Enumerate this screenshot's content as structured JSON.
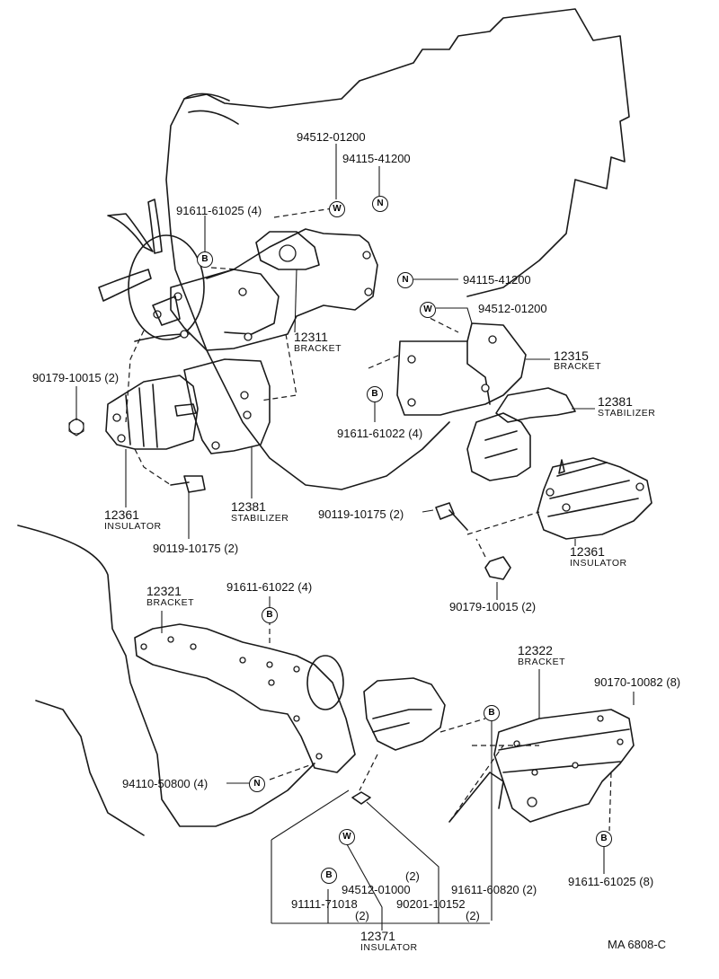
{
  "labels": {
    "pn_94512_01200_top": "94512-01200",
    "pn_94115_41200_top": "94115-41200",
    "pn_91611_61025_4": "91611-61025 (4)",
    "pn_12311": "12311",
    "nm_12311": "BRACKET",
    "pn_94115_41200_right": "94115-41200",
    "pn_94512_01200_right": "94512-01200",
    "pn_12315": "12315",
    "nm_12315": "BRACKET",
    "pn_90179_10015_left": "90179-10015 (2)",
    "pn_91611_61022_mid": "91611-61022 (4)",
    "pn_12381_right": "12381",
    "nm_12381_right": "STABILIZER",
    "pn_12361_left": "12361",
    "nm_12361_left": "INSULATOR",
    "pn_12381_left": "12381",
    "nm_12381_left": "STABILIZER",
    "pn_90119_10175_right": "90119-10175 (2)",
    "pn_90119_10175_left": "90119-10175 (2)",
    "pn_12361_right": "12361",
    "nm_12361_right": "INSULATOR",
    "pn_12321": "12321",
    "nm_12321": "BRACKET",
    "pn_91611_61022_lower": "91611-61022 (4)",
    "pn_90179_10015_right": "90179-10015 (2)",
    "pn_12322": "12322",
    "nm_12322": "BRACKET",
    "pn_90170_10082": "90170-10082 (8)",
    "pn_94110_50800": "94110-50800 (4)",
    "pn_91611_60820": "91611-60820 (2)",
    "pn_91611_61025_8": "91611-61025 (8)",
    "qty_2_a": "(2)",
    "pn_94512_01000": "94512-01000",
    "pn_91111_71018": "91111-71018",
    "pn_90201_10152": "90201-10152",
    "qty_2_b": "(2)",
    "qty_2_c": "(2)",
    "pn_12371": "12371",
    "nm_12371": "INSULATOR",
    "diagram_code": "MA  6808-C"
  },
  "symbols": {
    "washer": "W",
    "nut": "N",
    "bolt": "B"
  }
}
